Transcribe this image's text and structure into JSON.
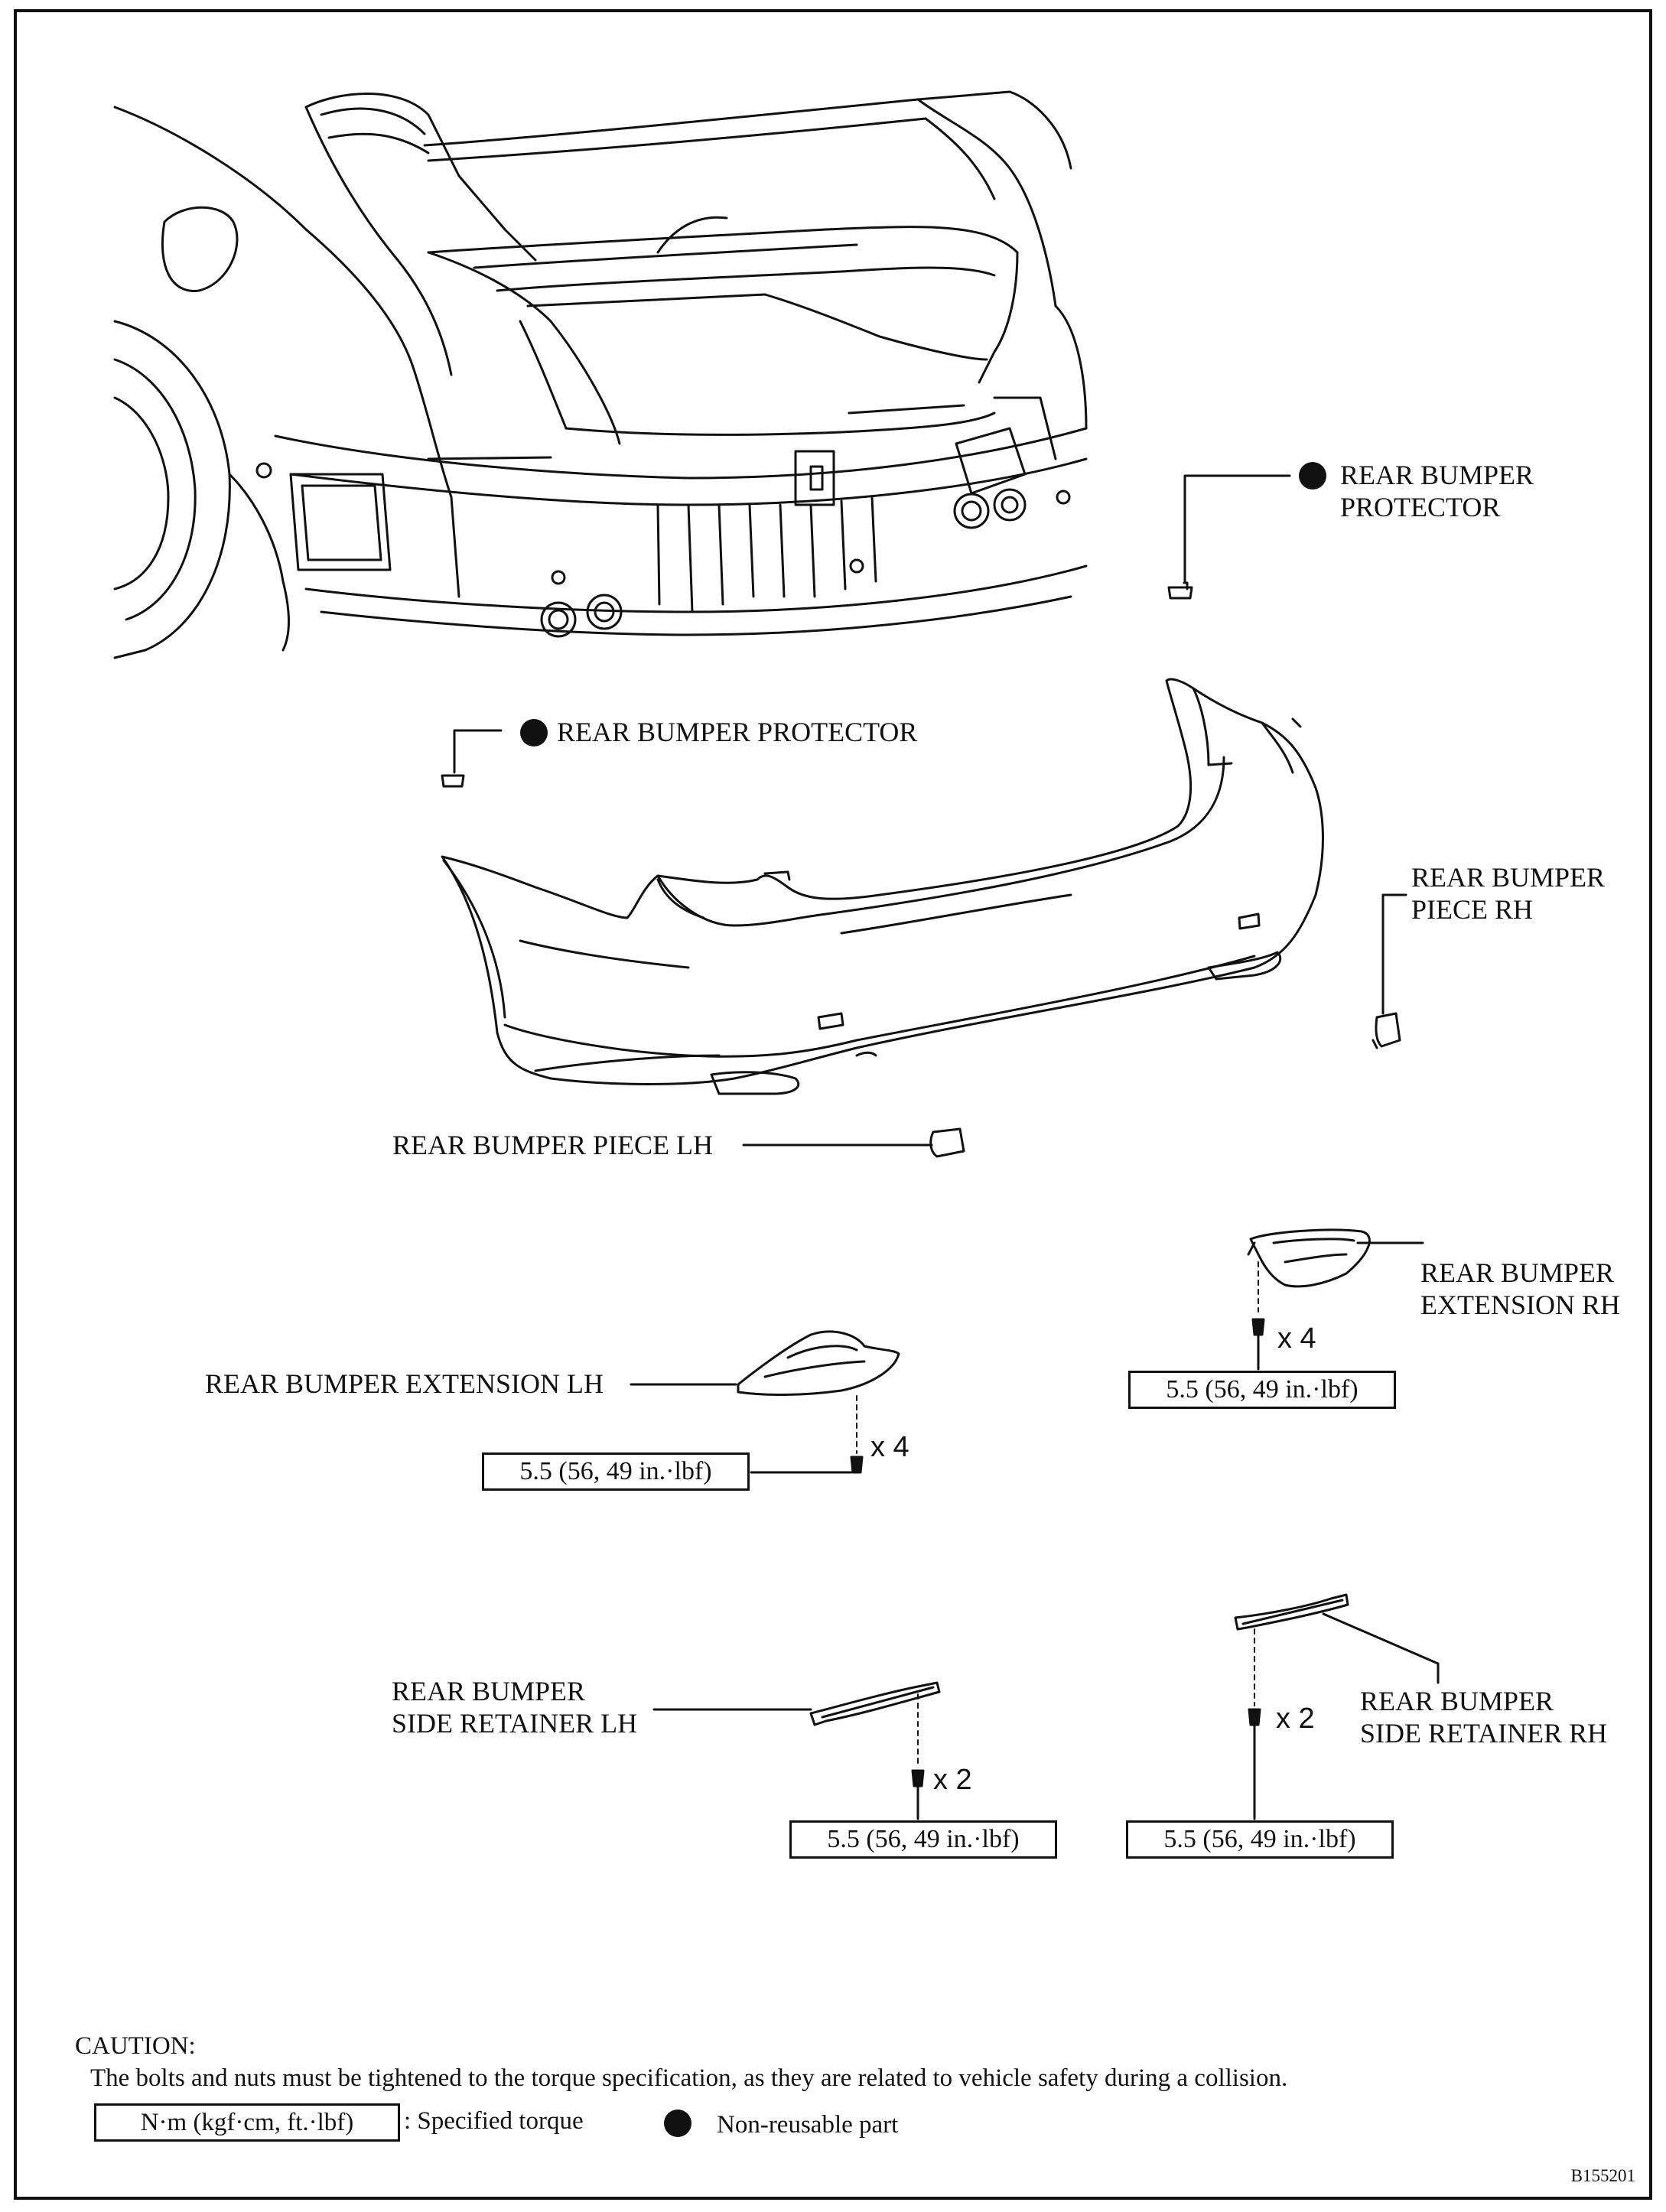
{
  "labels": {
    "protector_top": [
      "REAR BUMPER",
      "PROTECTOR"
    ],
    "protector_left": "REAR BUMPER PROTECTOR",
    "piece_rh": [
      "REAR BUMPER",
      "PIECE RH"
    ],
    "piece_lh": "REAR BUMPER PIECE LH",
    "extension_rh": [
      "REAR BUMPER",
      "EXTENSION RH"
    ],
    "extension_lh": "REAR BUMPER EXTENSION LH",
    "retainer_lh": [
      "REAR BUMPER",
      "SIDE RETAINER LH"
    ],
    "retainer_rh": [
      "REAR BUMPER",
      "SIDE RETAINER RH"
    ]
  },
  "quantities": {
    "extension_rh": "x 4",
    "extension_lh": "x 4",
    "retainer_lh": "x 2",
    "retainer_rh": "x 2"
  },
  "torque": {
    "extension_rh": "5.5 (56, 49 in.·lbf)",
    "extension_lh": "5.5 (56, 49 in.·lbf)",
    "retainer_lh": "5.5 (56, 49 in.·lbf)",
    "retainer_rh": "5.5 (56, 49 in.·lbf)"
  },
  "caution": {
    "title": "CAUTION:",
    "text": "The bolts and nuts must be tightened to the torque specification, as they are related to vehicle safety during a collision."
  },
  "legend": {
    "torque_unit": "N·m (kgf·cm, ft.·lbf)",
    "torque_desc": ": Specified torque",
    "nonreusable_desc": "Non-reusable part"
  },
  "figure_id": "B155201"
}
